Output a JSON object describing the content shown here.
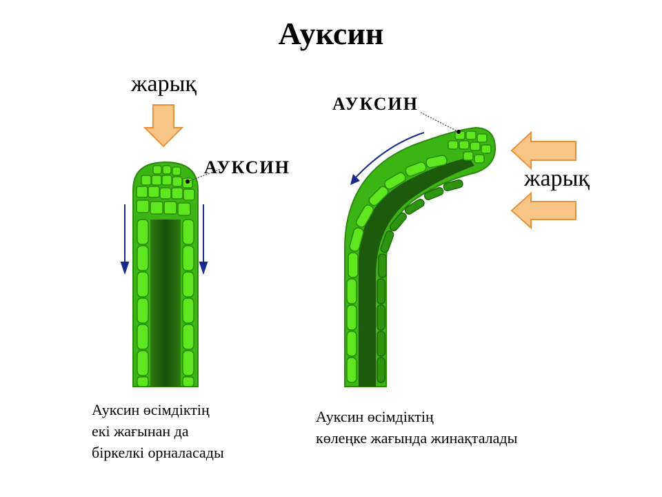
{
  "title": "Ауксин",
  "left": {
    "light_label": "жарық",
    "auxin_label": "АУКСИН",
    "caption_lines": [
      "Ауксин өсімдіктің",
      "екі жағынан да",
      "біркелкі орналасады"
    ]
  },
  "right": {
    "light_label": "жарық",
    "auxin_label": "АУКСИН",
    "caption_lines": [
      "Ауксин өсімдіктің",
      "көлеңке жағында жинақталады"
    ]
  },
  "colors": {
    "cell_light": "#5fe61e",
    "cell_mid": "#3cb414",
    "core_dark": "#1e5a0c",
    "arrow_fill": "#f7c686",
    "arrow_stroke": "#e8903a",
    "flow_arrow": "#1a2a8c"
  }
}
